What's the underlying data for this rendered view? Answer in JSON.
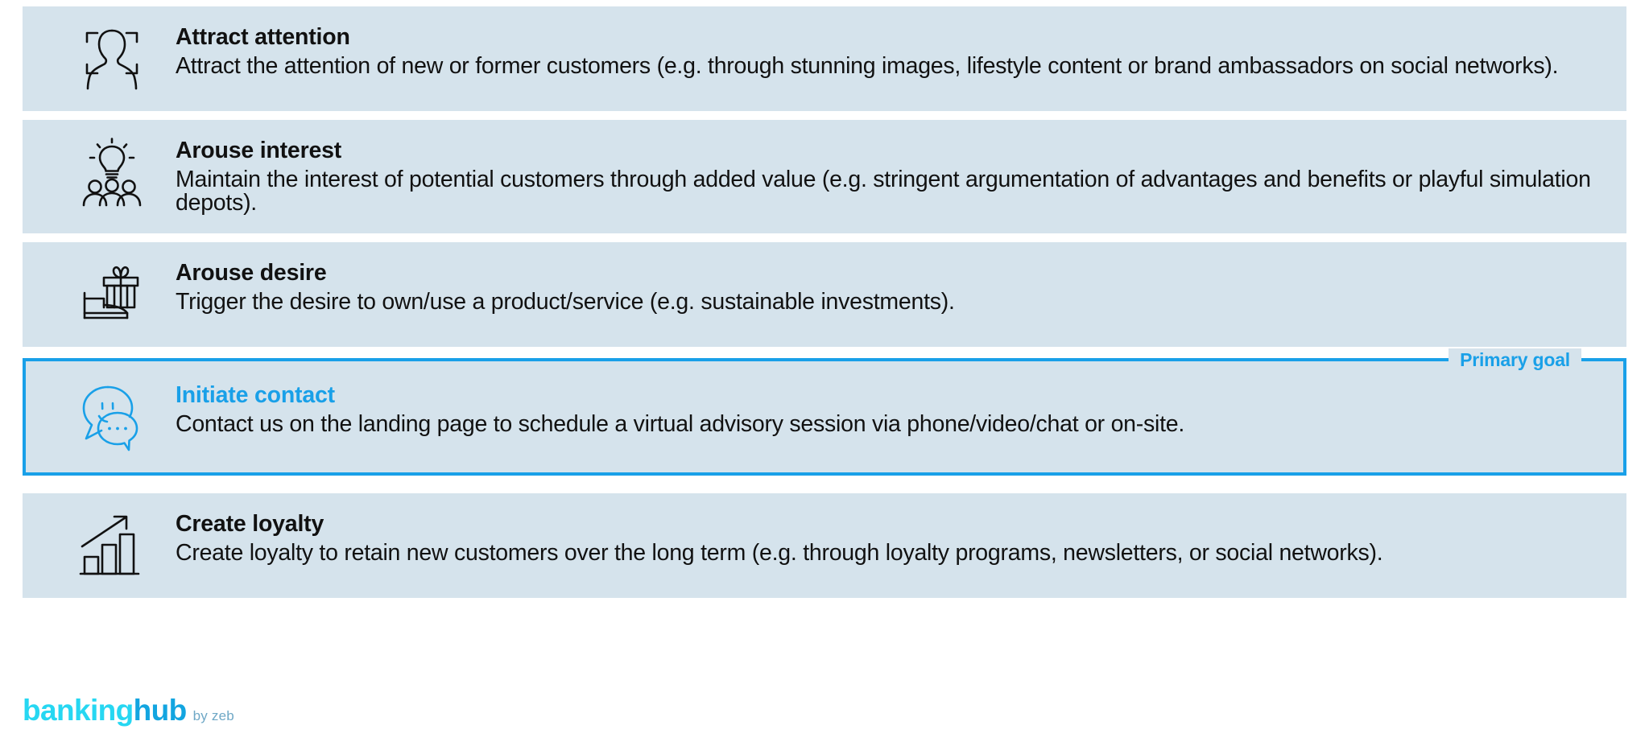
{
  "page": {
    "background": "#ffffff",
    "card_background": "#d5e3ec",
    "accent": "#19a0e8",
    "text_color": "#111111"
  },
  "cards": [
    {
      "icon": "person-in-frame-icon",
      "title": "Attract attention",
      "desc": "Attract the attention of new or former customers (e.g. through stunning images, lifestyle content or brand ambassadors on social networks).",
      "highlighted": false
    },
    {
      "icon": "lightbulb-over-people-icon",
      "title": "Arouse interest",
      "desc": "Maintain the interest of potential customers through added value (e.g. stringent argumentation of advantages and benefits or playful simulation depots).",
      "highlighted": false
    },
    {
      "icon": "gift-on-bed-icon",
      "title": "Arouse desire",
      "desc": "Trigger the desire to own/use a product/service (e.g. sustainable investments).",
      "highlighted": false
    },
    {
      "icon": "speech-bubbles-icon",
      "title": "Initiate contact",
      "desc": "Contact us on the landing page to schedule a virtual advisory session via phone/video/chat or on-site.",
      "highlighted": true,
      "badge": "Primary goal"
    },
    {
      "icon": "growth-bar-chart-icon",
      "title": "Create loyalty",
      "desc": "Create loyalty to retain new customers over the long term (e.g. through loyalty programs, newsletters, or social networks).",
      "highlighted": false
    }
  ],
  "footer": {
    "logo_part1": "banking",
    "logo_part2": "hub",
    "logo_suffix": "by zeb",
    "colors": {
      "part1": "#26d7f2",
      "part2": "#13a5e0",
      "suffix": "#6fa8c6"
    }
  }
}
